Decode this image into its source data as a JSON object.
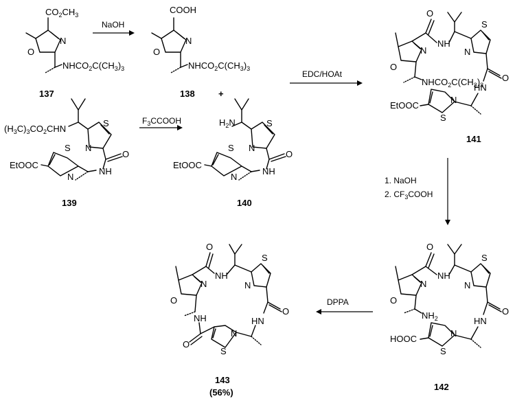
{
  "compounds": {
    "c137": {
      "label": "137",
      "ester": "CO2CH3",
      "side": "NHCO2C(CH3)3"
    },
    "c138": {
      "label": "138",
      "acid": "COOH",
      "side": "NHCO2C(CH3)3"
    },
    "c139": {
      "label": "139",
      "boc": "(H3C)3CO2CHN",
      "ester": "EtOOC"
    },
    "c140": {
      "label": "140",
      "amine": "H2N",
      "ester": "EtOOC"
    },
    "c141": {
      "label": "141",
      "side": "NHCO2C(CH3)3",
      "ester": "EtOOC"
    },
    "c142": {
      "label": "142",
      "amine": "NH2",
      "acid": "HOOC"
    },
    "c143": {
      "label": "143",
      "yield": "(56%)"
    }
  },
  "atoms": {
    "O": "O",
    "N": "N",
    "S": "S",
    "NH": "NH",
    "HN": "HN",
    "plus": "+"
  },
  "reagents": {
    "r1": "NaOH",
    "r2": "EDC/HOAt",
    "r3": "F3CCOOH",
    "r4_line1": "1. NaOH",
    "r4_line2": "2. CF3COOH",
    "r5": "DPPA"
  }
}
